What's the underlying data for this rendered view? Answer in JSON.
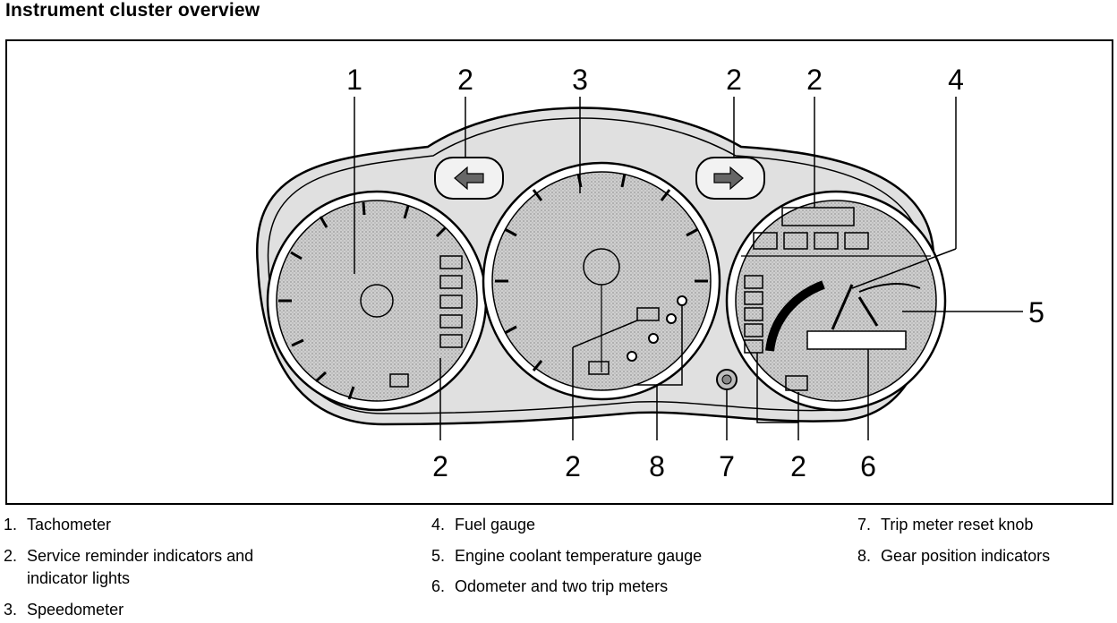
{
  "title": "Instrument cluster overview",
  "callouts": {
    "tach": "1",
    "arrow_left": "2",
    "speedo": "3",
    "arrow_right": "2",
    "top_right": "2",
    "fuel": "4",
    "coolant": "5",
    "bottom_left": "2",
    "bottom_center": "2",
    "gear": "8",
    "knob": "7",
    "bottom_right": "2",
    "odometer": "6"
  },
  "legend": [
    {
      "num": "1.",
      "text": "Tachometer"
    },
    {
      "num": "2.",
      "text": "Service reminder indicators and",
      "cont": "indicator lights"
    },
    {
      "num": "3.",
      "text": "Speedometer"
    },
    {
      "num": "4.",
      "text": "Fuel gauge"
    },
    {
      "num": "5.",
      "text": "Engine coolant temperature gauge"
    },
    {
      "num": "6.",
      "text": "Odometer and two trip meters"
    },
    {
      "num": "7.",
      "text": "Trip meter reset knob"
    },
    {
      "num": "8.",
      "text": "Gear position indicators"
    }
  ]
}
